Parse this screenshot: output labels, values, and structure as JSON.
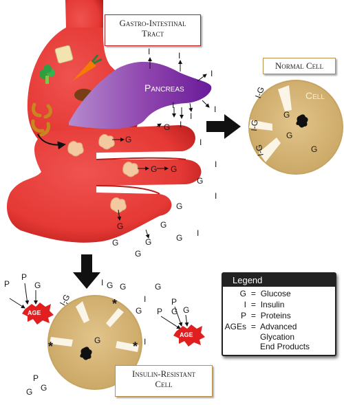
{
  "labels": {
    "gi_tract": [
      "Gastro-Intestinal",
      "Tract"
    ],
    "pancreas": "Pancreas",
    "normal_cell": "Normal Cell",
    "cell": "Cell",
    "insulin_resistant_cell": [
      "Insulin-Resistant",
      "Cell"
    ],
    "age_badge": "AGE"
  },
  "symbols": {
    "glucose": "G",
    "insulin": "I",
    "protein": "P",
    "insulin_glucose": "I-G",
    "blocked": "*"
  },
  "legend": {
    "title": "Legend",
    "entries": [
      {
        "symbol": "G",
        "eq": "=",
        "text": "Glucose"
      },
      {
        "symbol": "I",
        "eq": "=",
        "text": "Insulin"
      },
      {
        "symbol": "P",
        "eq": "=",
        "text": "Proteins"
      },
      {
        "symbol": "AGEs",
        "eq": "=",
        "text": "Advanced"
      },
      {
        "symbol": "",
        "eq": "",
        "text": "Glycation"
      },
      {
        "symbol": "",
        "eq": "",
        "text": "End Products"
      }
    ]
  },
  "colors": {
    "intestine_red": "#e53935",
    "intestine_dark": "#b71c1c",
    "pancreas_purple": "#7b2a9b",
    "cell_tan": "#d8b878",
    "cell_border": "#b8904a",
    "age_badge_red": "#e02020",
    "legend_header": "#222222"
  }
}
